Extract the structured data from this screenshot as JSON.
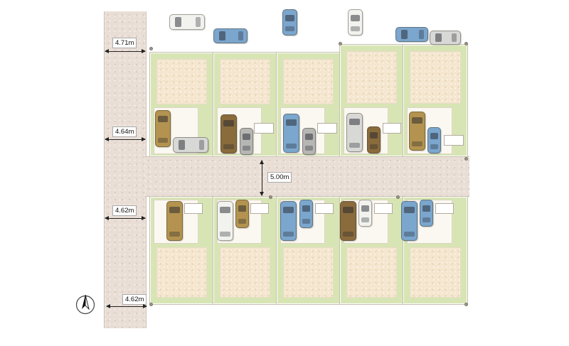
{
  "plan": {
    "title": "residential-lot-site-plan",
    "measurements": {
      "road_width_top": "4.71m",
      "road_width_upper": "4.64m",
      "road_width_lower": "4.62m",
      "road_width_bottom": "4.62m",
      "central_road_width": "5.00m"
    },
    "icons": {
      "compass": "north-arrow-icon",
      "car": "car-icon"
    },
    "palette": {
      "road": "#e9ded6",
      "lot_green": "#d7e5b4",
      "lot_cream": "#f4e6cf",
      "driveway": "#fbf8f1",
      "car_tan": "#b3934f",
      "car_brown": "#8a6b3c",
      "car_silver": "#d8d8d6",
      "car_white": "#f2f2ef",
      "car_blue": "#7ba6cd",
      "car_gray": "#b6b6b4"
    }
  }
}
